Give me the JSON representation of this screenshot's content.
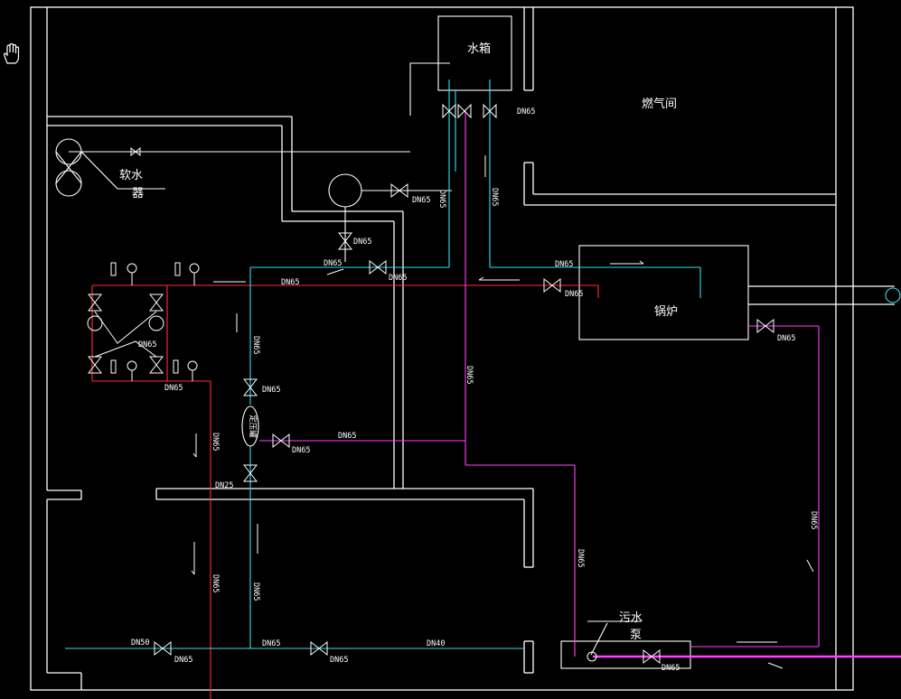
{
  "labels": {
    "water_tank": "水箱",
    "gas_room": "燃气间",
    "softener_1": "软水",
    "softener_2": "器",
    "boiler": "锅炉",
    "sewage_1": "污水",
    "sewage_2": "泵",
    "vertical_device": "定压罐"
  },
  "pipe_labels": {
    "dn65": "DN65",
    "dn50": "DN50",
    "dn40": "DN40",
    "dn25": "DN25"
  },
  "colors": {
    "wall": "#ffffff",
    "supply": "#ff3030",
    "cold_water": "#30e0f0",
    "sewage": "#ff40ff",
    "background": "#000000"
  },
  "icons": {
    "cursor": "hand-pan-icon"
  }
}
